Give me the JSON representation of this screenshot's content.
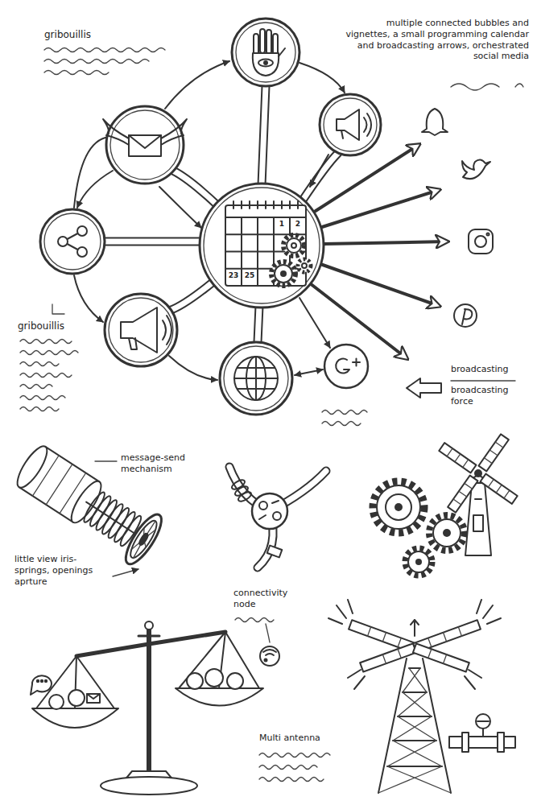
{
  "diagram": {
    "labels": [
      "gribouillis",
      "multiple connected bubbles and vignettes, a small programming calendar and broadcasting arrows, orchestrated social media",
      "1",
      "2",
      "23",
      "25",
      "gribouillis",
      "broadcasting",
      "broadcasting force",
      "message-send mechanism",
      "little view iris-springs, openings aprture",
      "connectivity node",
      "Multi antenna"
    ]
  }
}
